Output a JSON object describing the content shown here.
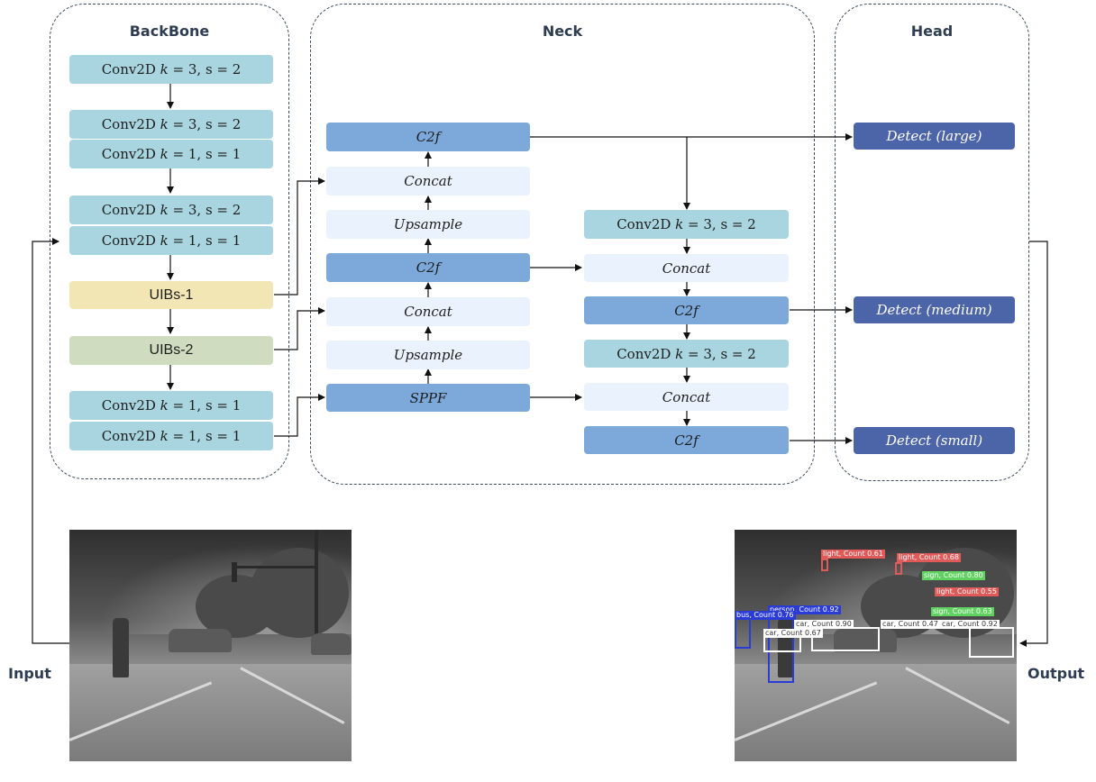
{
  "panels": {
    "backbone": "BackBone",
    "neck": "Neck",
    "head": "Head"
  },
  "backbone": [
    "Conv2D 𝑘 = 3, s = 2",
    "Conv2D 𝑘 = 3, s = 2",
    "Conv2D 𝑘 = 1, s = 1",
    "Conv2D 𝑘 = 3, s = 2",
    "Conv2D 𝑘 = 1, s = 1",
    "UIBs-1",
    "UIBs-2",
    "Conv2D 𝑘 = 1, s = 1",
    "Conv2D 𝑘 = 1, s = 1"
  ],
  "neck_left": [
    "C2f",
    "Concat",
    "Upsample",
    "C2f",
    "Concat",
    "Upsample",
    "SPPF"
  ],
  "neck_right": [
    "Conv2D 𝑘 = 3, s = 2",
    "Concat",
    "C2f",
    "Conv2D 𝑘 = 3, s = 2",
    "Concat",
    "C2f"
  ],
  "head": [
    "Detect (large)",
    "Detect (medium)",
    "Detect (small)"
  ],
  "io": {
    "input": "Input",
    "output": "Output"
  },
  "detections": [
    {
      "label": "light, Count 0.61",
      "color": "#e05a5a"
    },
    {
      "label": "light, Count 0.68",
      "color": "#e05a5a"
    },
    {
      "label": "sign, Count 0.80",
      "color": "#5fd25f"
    },
    {
      "label": "light, Count 0.55",
      "color": "#e05a5a"
    },
    {
      "label": "sign, Count 0.63",
      "color": "#5fd25f"
    },
    {
      "label": "person, Count 0.92",
      "color": "#2a3bd6"
    },
    {
      "label": "bus, Count 0.76",
      "color": "#2a3bd6"
    },
    {
      "label": "car, Count 0.90",
      "color": "#ffffff"
    },
    {
      "label": "car, Count 0.47",
      "color": "#ffffff"
    },
    {
      "label": "car, Count 0.92",
      "color": "#ffffff"
    },
    {
      "label": "car, Count 0.67",
      "color": "#ffffff"
    }
  ],
  "colors": {
    "conv": "#a8d5e0",
    "c2f": "#7ca8da",
    "concat_upsample": "#eaf2fd",
    "detect": "#4c64a8",
    "uibs1": "#f2e6b4",
    "uibs2": "#cfdcc0",
    "arrow": "#111111",
    "panel_border": "#3b4a5e"
  }
}
